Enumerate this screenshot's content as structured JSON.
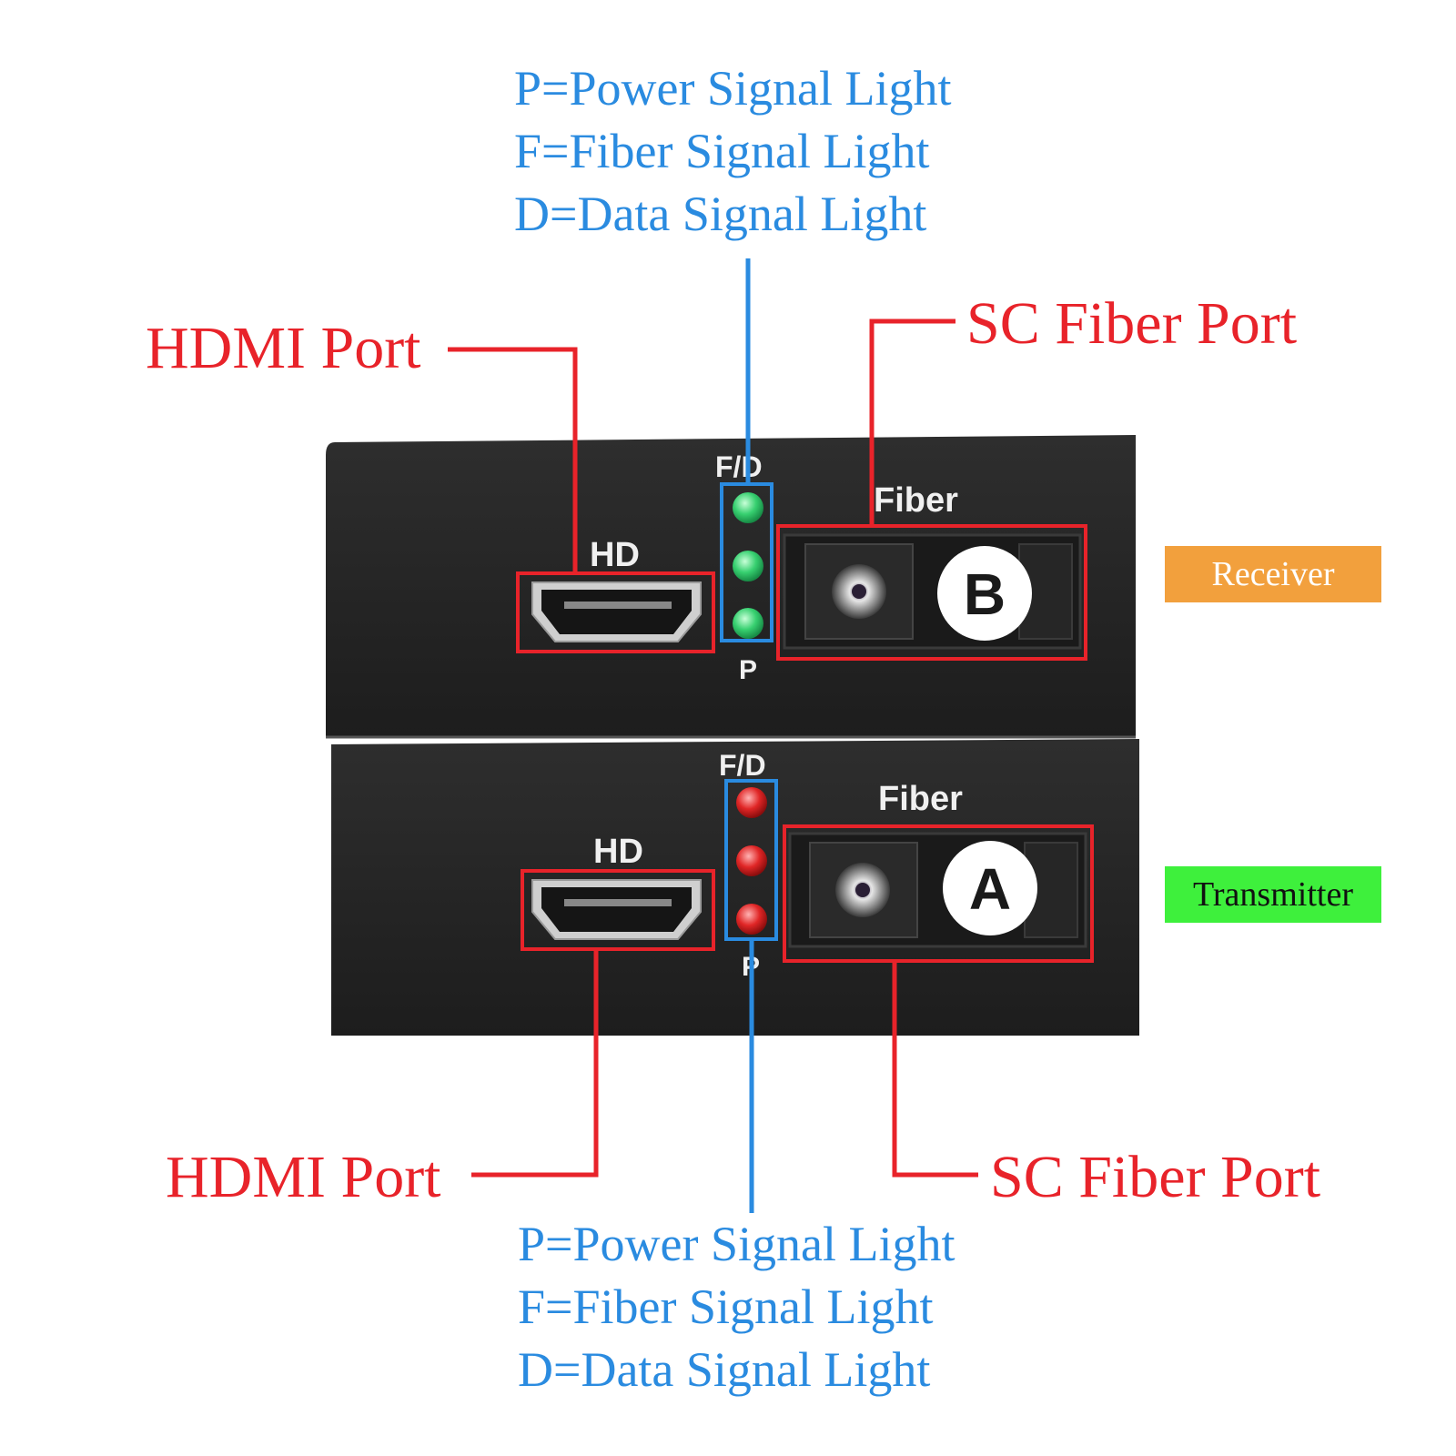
{
  "legend_top": {
    "lines": [
      "P=Power Signal Light",
      "F=Fiber Signal Light",
      "D=Data Signal Light"
    ]
  },
  "legend_bottom": {
    "lines": [
      "P=Power Signal Light",
      "F=Fiber Signal Light",
      "D=Data Signal Light"
    ]
  },
  "callouts": {
    "hdmi_top": "HDMI Port",
    "sc_top": "SC Fiber Port",
    "hdmi_bottom": "HDMI Port",
    "sc_bottom": "SC Fiber Port"
  },
  "tags": {
    "receiver": "Receiver",
    "transmitter": "Transmitter"
  },
  "device_receiver": {
    "hd_label": "HD",
    "fd_label": "F/D",
    "p_label": "P",
    "fiber_label": "Fiber",
    "badge": "B",
    "led_color": "#37d070"
  },
  "device_transmitter": {
    "hd_label": "HD",
    "fd_label": "F/D",
    "p_label": "P",
    "fiber_label": "Fiber",
    "badge": "A",
    "led_color": "#e02626"
  },
  "colors": {
    "callout_red": "#e8232a",
    "legend_blue": "#2a8be0",
    "receiver_tag": "#f2a03d",
    "transmitter_tag": "#3ef03c",
    "device_body": "#232323"
  }
}
